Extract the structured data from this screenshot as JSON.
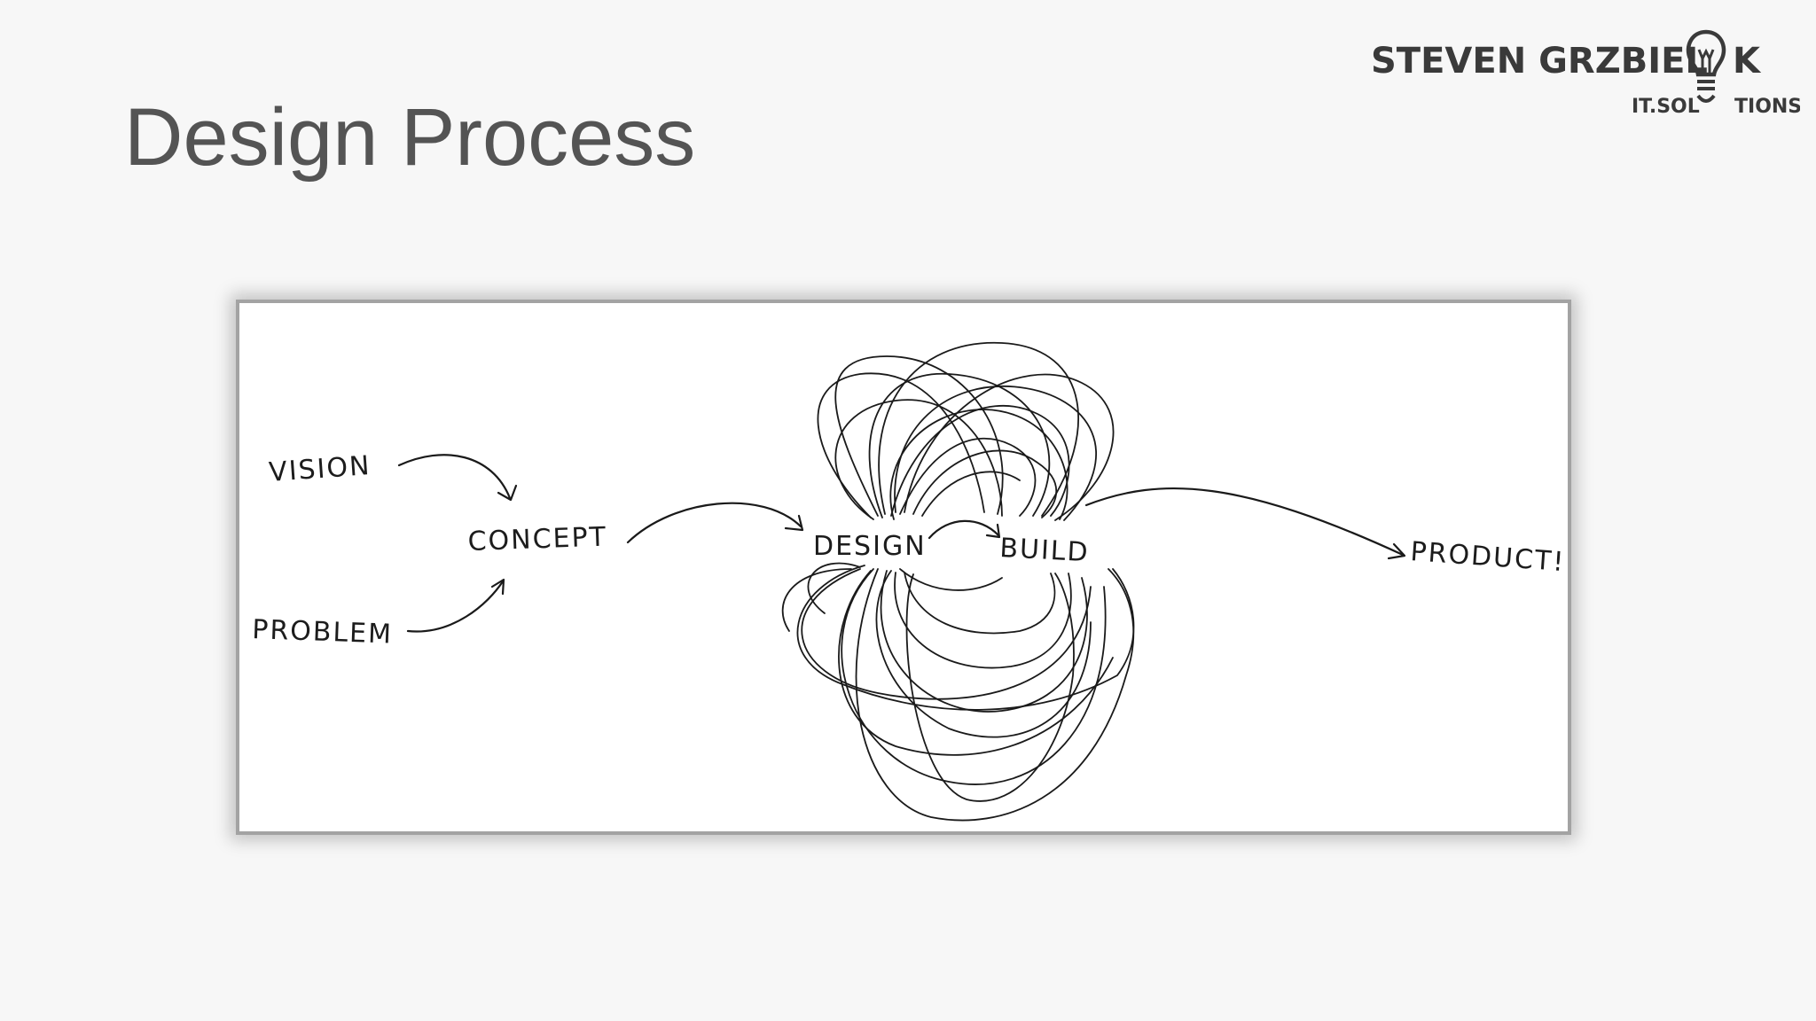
{
  "title": "Design Process",
  "brand": {
    "name_part1": "STEVEN GRZBIEL",
    "name_part2": "K",
    "sub_part1": "IT.SOL",
    "sub_part2": "TIONS",
    "icon": "lightbulb-icon"
  },
  "diagram": {
    "labels": {
      "vision": "VISION",
      "problem": "PROBLEM",
      "concept": "CONCEPT",
      "design": "DESIGN",
      "build": "BUILD",
      "product": "PRODUCT!"
    }
  }
}
